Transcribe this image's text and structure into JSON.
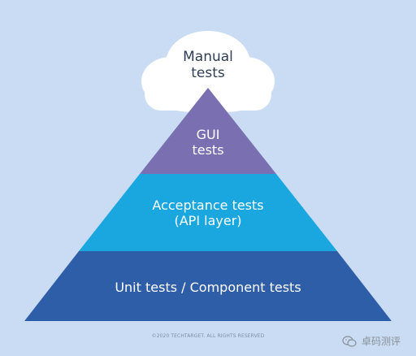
{
  "diagram": {
    "cloud": {
      "line1": "Manual",
      "line2": "tests"
    },
    "levels": [
      {
        "line1": "GUI",
        "line2": "tests",
        "color": "#7a6fb0"
      },
      {
        "line1": "Acceptance tests",
        "line2": "(API layer)",
        "color": "#1aa7df"
      },
      {
        "line1": "Unit tests / Component tests",
        "color": "#2f5ea8"
      }
    ],
    "background_color": "#c9dcf4",
    "cloud_color": "#ffffff"
  },
  "footer": {
    "copyright": "©2020 TECHTARGET. ALL RIGHTS RESERVED"
  },
  "watermark": {
    "text": "卓码测评",
    "icon": "wechat-icon"
  }
}
